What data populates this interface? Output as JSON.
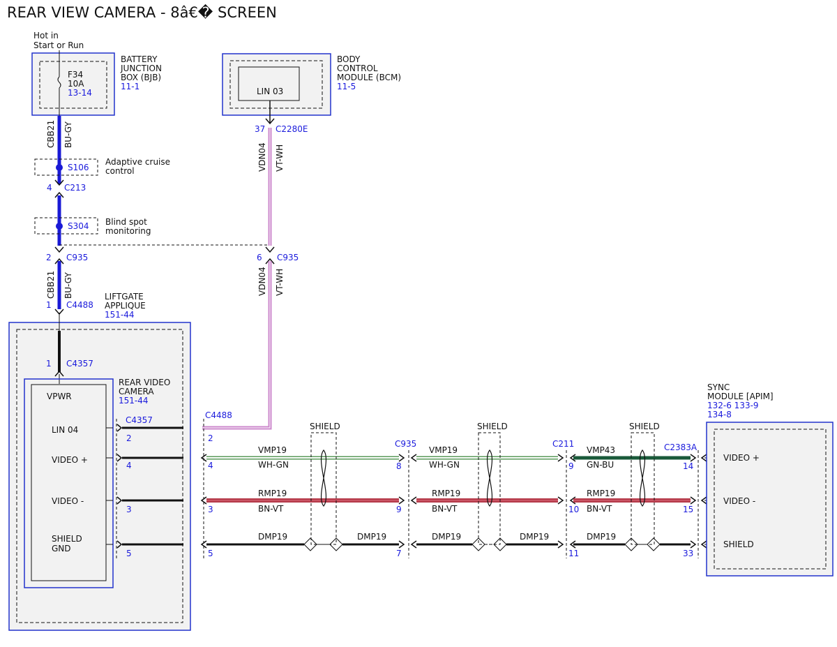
{
  "title": "REAR VIEW CAMERA - 8â€� SCREEN",
  "colors": {
    "module_border": "#2233cc",
    "module_fill": "#f2f2f2",
    "ref_text": "#1a1adc",
    "wire_bu_gy": "#1a1ad6",
    "wire_vt_wh": "#cc88cc",
    "wire_wh_gn": "#5a9a5a",
    "wire_bn_vt": "#b53a4a",
    "wire_gn_bu": "#1a5a3a",
    "wire_black": "#111111"
  },
  "hot_label": [
    "Hot in",
    "Start or Run"
  ],
  "bjb": {
    "name": [
      "BATTERY",
      "JUNCTION",
      "BOX (BJB)"
    ],
    "ref": "11-1",
    "fuse": "F34",
    "amps": "10A",
    "fuse_ref": "13-14"
  },
  "bcm": {
    "name": [
      "BODY",
      "CONTROL",
      "MODULE (BCM)"
    ],
    "ref": "11-5",
    "pin_label": "LIN 03",
    "pin": "37",
    "connector": "C2280E"
  },
  "wire_cbb21": {
    "circuit": "CBB21",
    "color": "BU-GY"
  },
  "wire_vdn04": {
    "circuit": "VDN04",
    "color": "VT-WH"
  },
  "splice_s106": {
    "id": "S106",
    "label": [
      "Adaptive cruise",
      "control"
    ]
  },
  "splice_s304": {
    "id": "S304",
    "label": [
      "Blind spot",
      "monitoring"
    ]
  },
  "c213": {
    "pin": "4",
    "name": "C213"
  },
  "c935_left": {
    "pin": "2",
    "name": "C935"
  },
  "c935_mid": {
    "pin": "6",
    "name": "C935"
  },
  "c4488_top": {
    "pin": "1",
    "name": "C4488"
  },
  "liftgate": {
    "name": [
      "LIFTGATE",
      "APPLIQUE"
    ],
    "ref": "151-44"
  },
  "c4357_top": {
    "pin": "1",
    "name": "C4357"
  },
  "camera": {
    "name": [
      "REAR VIDEO",
      "CAMERA"
    ],
    "ref": "151-44",
    "pins": [
      "VPWR",
      "LIN 04",
      "VIDEO +",
      "VIDEO -",
      "SHIELD",
      "GND"
    ]
  },
  "c4357_row": {
    "name": "C4357",
    "pins": [
      "2",
      "4",
      "3",
      "5"
    ]
  },
  "c4488_row": {
    "name": "C4488",
    "pins": [
      "2",
      "4",
      "3",
      "5"
    ]
  },
  "c935_row": {
    "name": "C935",
    "pins": [
      "8",
      "9",
      "7"
    ]
  },
  "c211_row": {
    "name": "C211",
    "pins": [
      "9",
      "10",
      "11"
    ]
  },
  "c2383a_row": {
    "name": "C2383A",
    "pins": [
      "14",
      "15",
      "33"
    ]
  },
  "shield_label": "SHIELD",
  "wires": {
    "vmp19": {
      "circuit": "VMP19",
      "color": "WH-GN"
    },
    "vmp43": {
      "circuit": "VMP43",
      "color": "GN-BU"
    },
    "rmp19": {
      "circuit": "RMP19",
      "color": "BN-VT"
    },
    "dmp19": {
      "circuit": "DMP19"
    }
  },
  "sync": {
    "name": [
      "SYNC",
      "MODULE [APIM]"
    ],
    "refs": [
      "132-6  133-9",
      "134-8"
    ],
    "pins": [
      "VIDEO +",
      "VIDEO -",
      "SHIELD"
    ]
  }
}
